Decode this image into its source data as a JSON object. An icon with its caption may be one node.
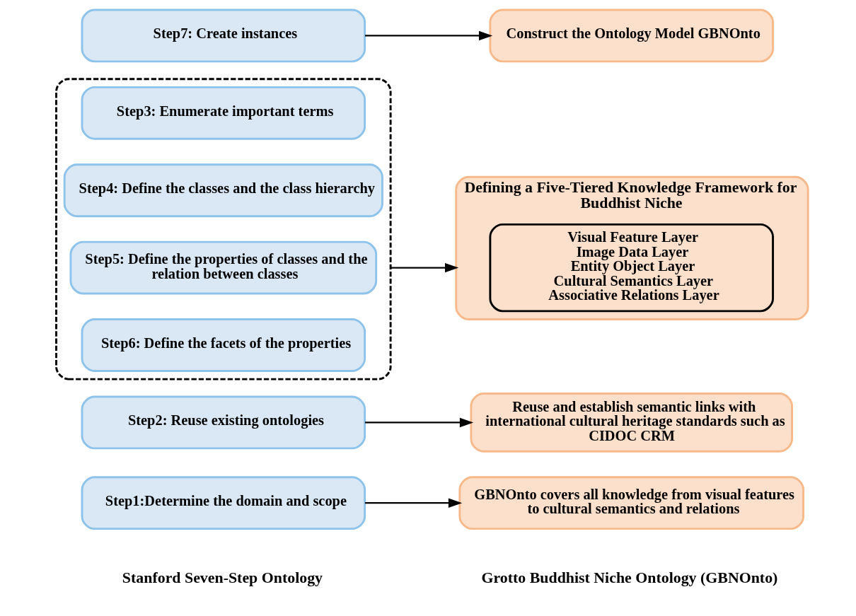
{
  "diagram": {
    "nodes": [
      {
        "text": [
          "Step1:Determine the domain and scope"
        ]
      },
      {
        "text": [
          "GBNOnto covers all knowledge from visual features to cultural semantics and relations"
        ]
      },
      {
        "text": [
          "Step2: Reuse existing ontologies"
        ]
      },
      {
        "text": [
          "Reuse and establish semantic links with international cultural heritage standards such as CIDOC CRM"
        ]
      },
      {
        "text": [],
        "shape": "box"
      },
      {
        "text": [
          "Step3: Enumerate important terms"
        ],
        "in": 4
      },
      {
        "text": [
          "Step4: Define the classes and the class hierarchy"
        ],
        "in": 4
      },
      {
        "text": [
          "Step5: Define the properties of classes and the relation between classes"
        ],
        "in": 4
      },
      {
        "text": [
          "Step6: Define the facets of the properties"
        ],
        "in": 4
      },
      {
        "text": [
          "Defining a Five-Tiered Knowledge Framework for Buddhist Niche"
        ]
      },
      {
        "text": [
          "Visual Feature Layer",
          "Image Data Layer",
          "Entity Object Layer",
          "Cultural Semantics Layer",
          "Associative Relations Layer"
        ],
        "in": 9
      },
      {
        "text": [
          "Step7: Create instances"
        ]
      },
      {
        "text": [
          "Construct the Ontology Model GBNOnto"
        ]
      }
    ],
    "edges": [
      {
        "from": 0,
        "to": 1,
        "arrow": "to"
      },
      {
        "from": 2,
        "to": 3,
        "arrow": "to"
      },
      {
        "from": 4,
        "to": 9,
        "arrow": "to"
      },
      {
        "from": 11,
        "to": 12,
        "arrow": "to"
      }
    ],
    "labels": [
      "Stanford Seven-Step Ontology",
      "Grotto Buddhist Niche Ontology (GBNOnto)"
    ]
  }
}
